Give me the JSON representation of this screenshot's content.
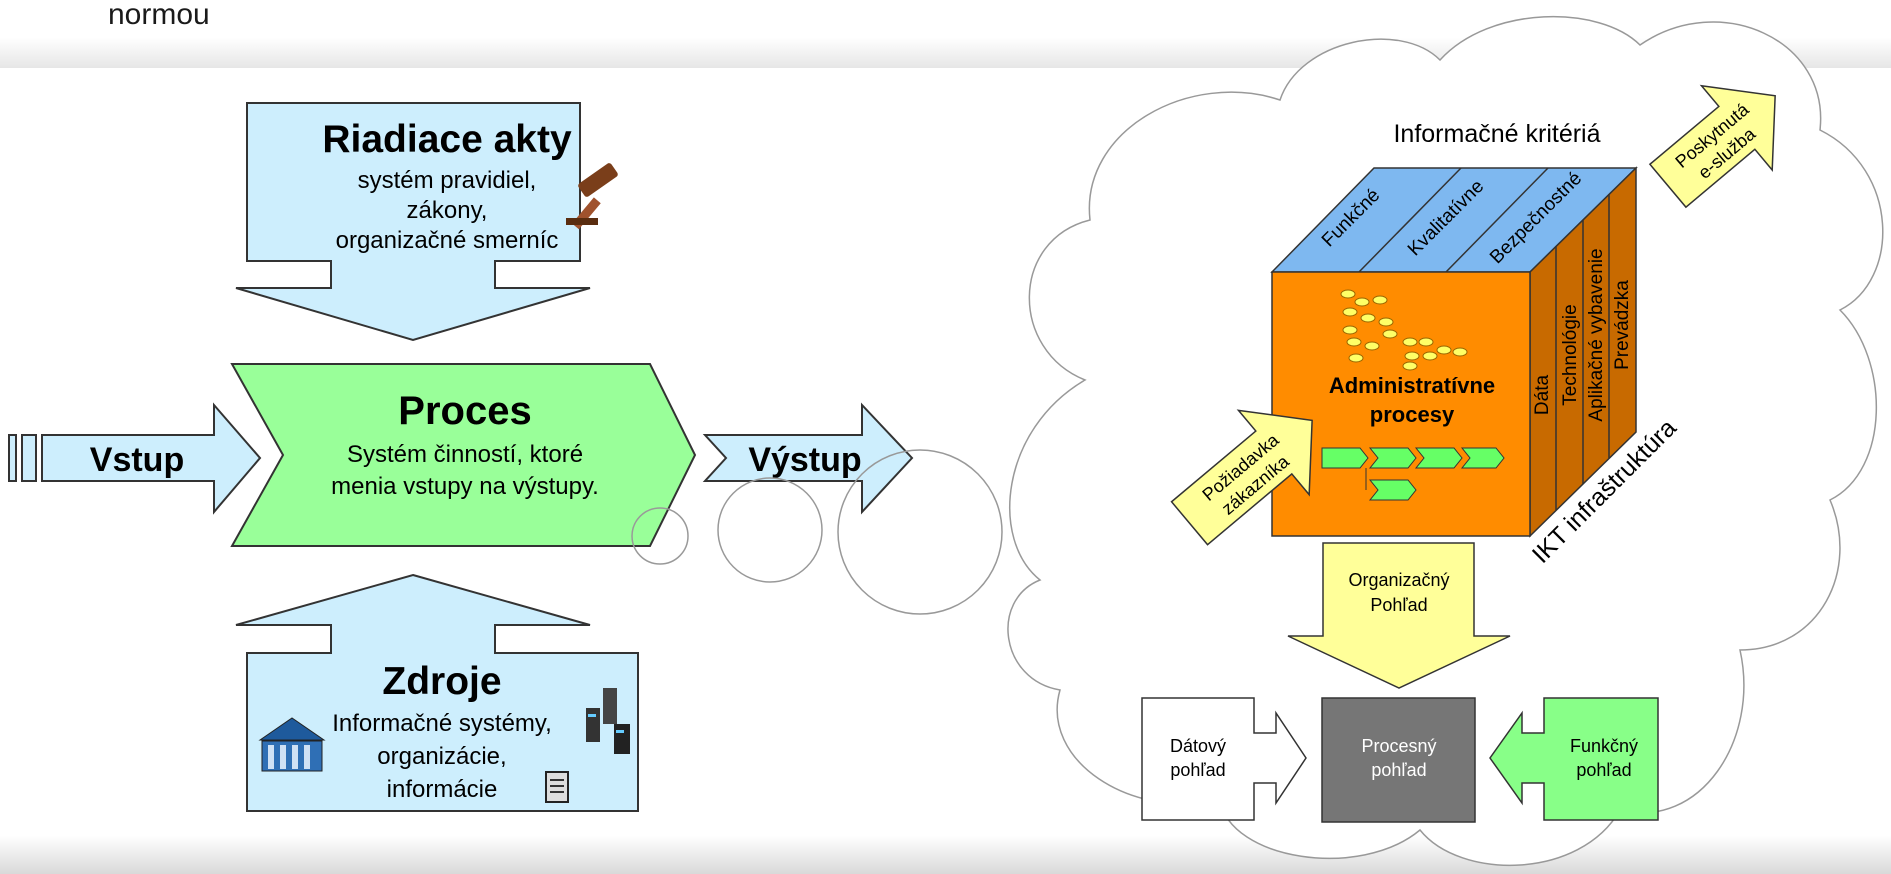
{
  "header": {
    "text": "normou"
  },
  "process_model": {
    "controls": {
      "title": "Riadiace akty",
      "lines": [
        "systém pravidiel,",
        "zákony,",
        "organizačné smerníc"
      ]
    },
    "process": {
      "title": "Proces",
      "lines": [
        "Systém činností, ktoré",
        "menia vstupy na výstupy."
      ]
    },
    "input": "Vstup",
    "output": "Výstup",
    "resources": {
      "title": "Zdroje",
      "lines": [
        "Informačné systémy,",
        "organizácie,",
        "informácie"
      ]
    }
  },
  "cube_model": {
    "top_title": "Informačné kritériá",
    "top_faces": [
      "Funkčné",
      "Kvalitatívne",
      "Bezpečnostné"
    ],
    "side_faces": [
      "Dáta",
      "Technológie",
      "Aplikačné vybavenie",
      "Prevádzka"
    ],
    "front_title": [
      "Administratívne",
      "procesy"
    ],
    "side_title": "IKT infraštruktúra",
    "request_arrow": [
      "Požiadavka",
      "zákazníka"
    ],
    "service_arrow": [
      "Poskytnutá",
      "e-služba"
    ],
    "org_view": [
      "Organizačný",
      "Pohľad"
    ],
    "views": {
      "data": [
        "Dátový",
        "pohľad"
      ],
      "process": [
        "Procesný",
        "pohľad"
      ],
      "function": [
        "Funkčný",
        "pohľad"
      ]
    }
  },
  "colors": {
    "light_blue": "#cdeefd",
    "light_green": "#99ff99",
    "orange": "#ff8c00",
    "dark_orange": "#c86a00",
    "top_blue": "#7eb8f0",
    "pale_yellow": "#ffff99",
    "gray_box": "#767676",
    "func_green": "#88ff88"
  }
}
